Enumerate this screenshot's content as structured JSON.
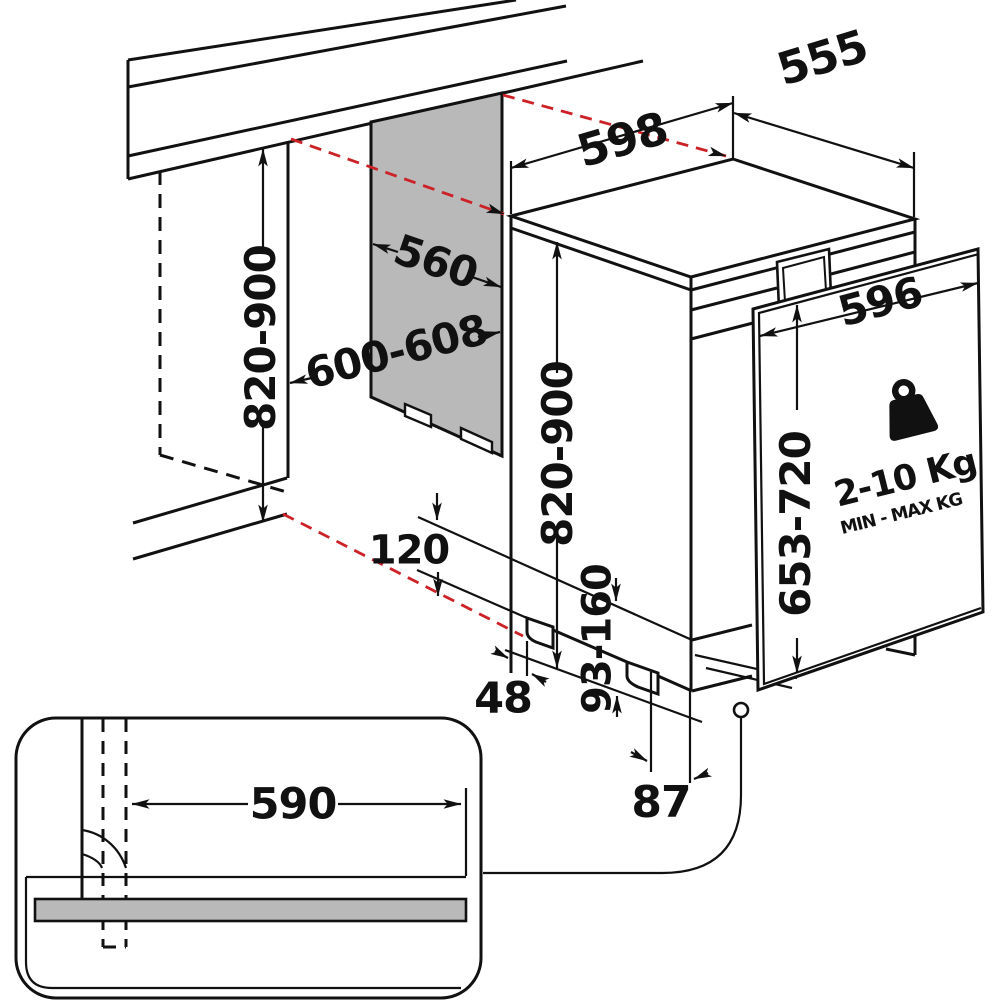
{
  "diagram": {
    "title": "Built-in dishwasher installation dimension drawing",
    "units": "mm",
    "colors": {
      "line": "#111111",
      "projection_red": "#cc2127",
      "panel_gray": "#b9b9b9",
      "background": "#ffffff"
    },
    "labels": {
      "appliance_width": "598",
      "appliance_depth": "555",
      "niche_depth": "560",
      "niche_width": "600-608",
      "niche_height": "820-900",
      "appliance_height": "820-900",
      "door_panel_width": "596",
      "door_panel_height": "653-720",
      "door_panel_weight": "2-10 Kg",
      "door_panel_weight_caption": "MIN - MAX KG",
      "plinth_recess_depth": "120",
      "side_offset": "48",
      "adjustable_feet_height": "93-160",
      "rear_clearance": "87",
      "plinth_cutout_width": "590"
    },
    "icons": [
      {
        "name": "weight-icon",
        "meaning": "allowed furniture door panel weight range"
      }
    ]
  }
}
